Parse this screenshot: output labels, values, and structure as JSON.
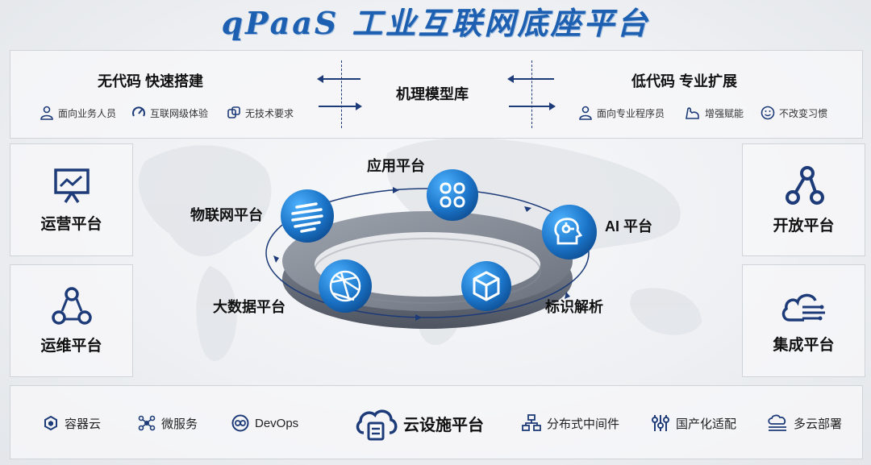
{
  "title": "qPaaS 工业互联网底座平台",
  "top": {
    "left": {
      "heading": "无代码 快速搭建",
      "features": [
        "面向业务人员",
        "互联网级体验",
        "无技术要求"
      ]
    },
    "center": {
      "heading": "机理模型库"
    },
    "right": {
      "heading": "低代码 专业扩展",
      "features": [
        "面向专业程序员",
        "增强赋能",
        "不改变习惯"
      ]
    }
  },
  "left_panels": [
    {
      "label": "运营平台",
      "icon": "presentation-icon"
    },
    {
      "label": "运维平台",
      "icon": "cycle-nodes-icon"
    }
  ],
  "right_panels": [
    {
      "label": "开放平台",
      "icon": "linked-nodes-icon"
    },
    {
      "label": "集成平台",
      "icon": "cloud-circuit-icon"
    }
  ],
  "ring_nodes": [
    {
      "label": "应用平台",
      "icon": "app-grid-icon"
    },
    {
      "label": "物联网平台",
      "icon": "globe-stripes-icon"
    },
    {
      "label": "AI 平台",
      "icon": "ai-head-icon"
    },
    {
      "label": "大数据平台",
      "icon": "network-sphere-icon"
    },
    {
      "label": "标识解析",
      "icon": "cube-icon"
    }
  ],
  "bottom": {
    "items": [
      {
        "label": "容器云",
        "icon": "container-icon"
      },
      {
        "label": "微服务",
        "icon": "microservice-icon"
      },
      {
        "label": "DevOps",
        "icon": "infinity-icon"
      },
      {
        "label": "云设施平台",
        "icon": "cloud-server-icon"
      },
      {
        "label": "分布式中间件",
        "icon": "hierarchy-icon"
      },
      {
        "label": "国产化适配",
        "icon": "sliders-icon"
      },
      {
        "label": "多云部署",
        "icon": "cloud-stack-icon"
      }
    ]
  },
  "colors": {
    "brand": "#1d5fb0",
    "node_blue": "#1b74c8",
    "ring_gray": "#6e7480",
    "arrow_navy": "#1d3b78"
  }
}
